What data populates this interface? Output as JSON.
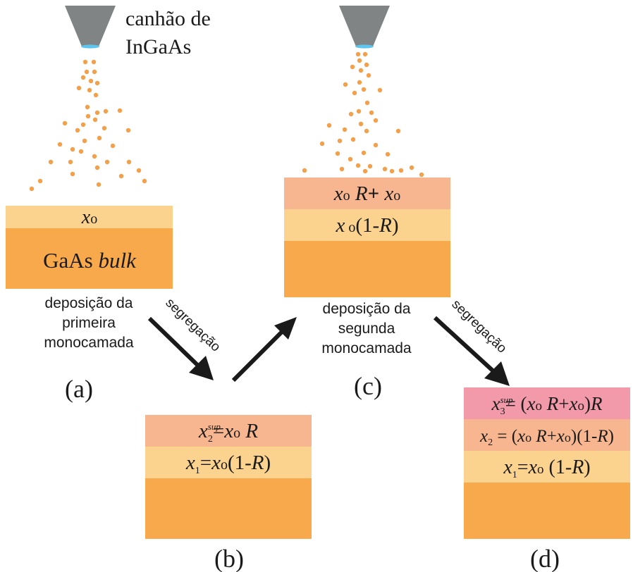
{
  "gun": {
    "label_line1": "canhão de",
    "label_line2": "InGaAs"
  },
  "stacks": {
    "a": {
      "substrate_label": "GaAs",
      "substrate_label_italic": "bulk"
    }
  },
  "captions": {
    "a": [
      "deposição da",
      "primeira",
      "monocamada"
    ],
    "c": [
      "deposição da",
      "segunda",
      "monocamada"
    ]
  },
  "arrows": {
    "ab": "segregação",
    "cd": "segregação"
  },
  "panels": {
    "a": "(a)",
    "b": "(b)",
    "c": "(c)",
    "d": "(d)"
  },
  "colors": {
    "substrate": "#f8a94b",
    "layer_1": "#fbd28e",
    "layer_2": "#f8b690",
    "layer_3": "#f29aaa",
    "particles": "#f4a04a",
    "gun": "#808484",
    "gun_nozzle": "#5ec6ee"
  },
  "icons": [
    "ingaas-gun-icon",
    "particle-dot-icon",
    "arrow-icon"
  ]
}
